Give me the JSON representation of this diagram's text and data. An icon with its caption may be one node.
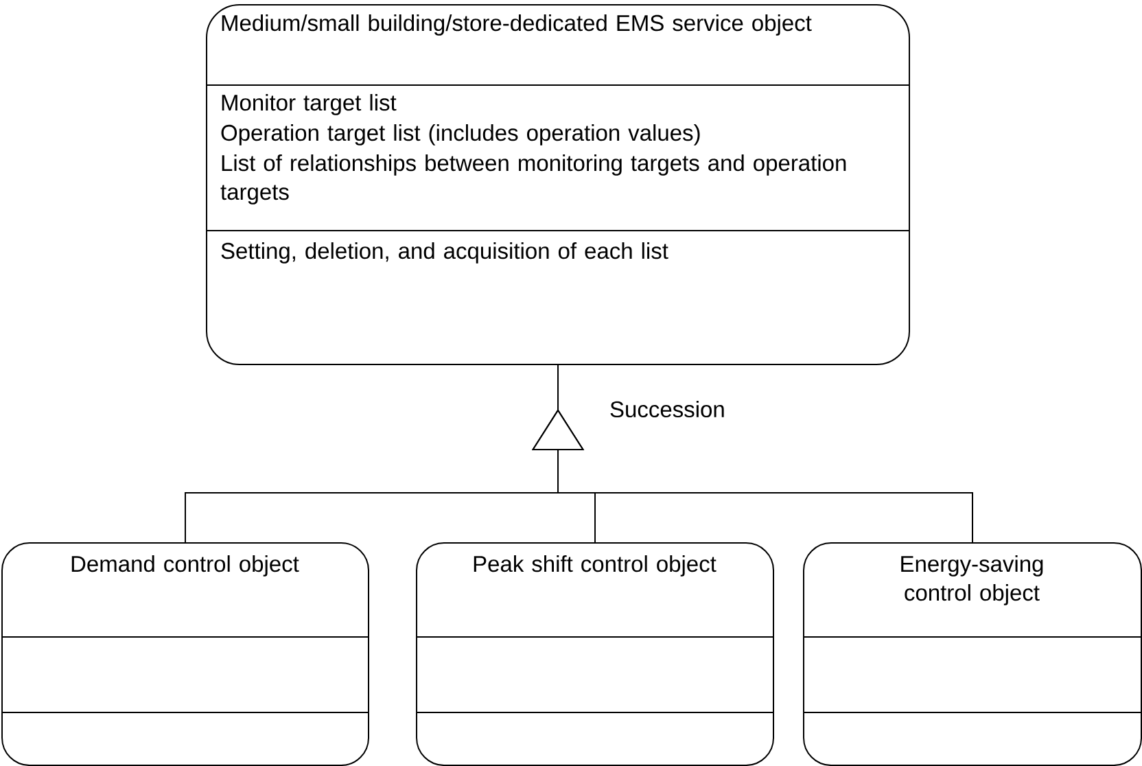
{
  "diagram": {
    "nodes": [
      {
        "text": [
          "Medium/small building/store-dedicated EMS service object",
          "Monitor target list",
          "Operation target list (includes operation values)",
          "List of relationships between monitoring targets and operation targets",
          "Setting, deletion, and acquisition of each list"
        ]
      },
      {
        "text": [
          "Demand control object"
        ]
      },
      {
        "text": [
          "Peak shift control object"
        ]
      },
      {
        "text": [
          "Energy-saving control object"
        ]
      }
    ],
    "edges": [
      {
        "from": 1,
        "to": 0,
        "arrow": "to"
      },
      {
        "from": 2,
        "to": 0,
        "arrow": "to",
        "label": "Succession"
      },
      {
        "from": 3,
        "to": 0,
        "arrow": "to"
      }
    ]
  }
}
